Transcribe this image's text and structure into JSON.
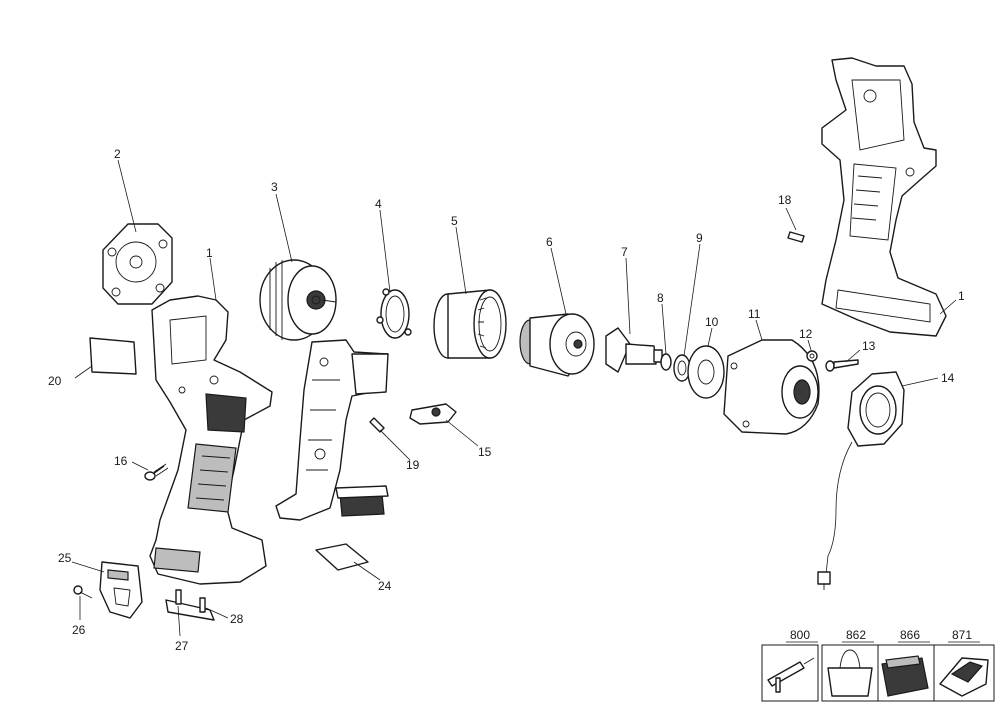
{
  "callouts": {
    "c1a": "1",
    "c1b": "1",
    "c2": "2",
    "c3": "3",
    "c4": "4",
    "c5": "5",
    "c6": "6",
    "c7": "7",
    "c8": "8",
    "c9": "9",
    "c10": "10",
    "c11": "11",
    "c12": "12",
    "c13": "13",
    "c14": "14",
    "c15": "15",
    "c16": "16",
    "c18": "18",
    "c19": "19",
    "c20": "20",
    "c24": "24",
    "c25": "25",
    "c26": "26",
    "c27": "27",
    "c28": "28"
  },
  "accessories": {
    "a800": "800",
    "a862": "862",
    "a866": "866",
    "a871": "871"
  }
}
